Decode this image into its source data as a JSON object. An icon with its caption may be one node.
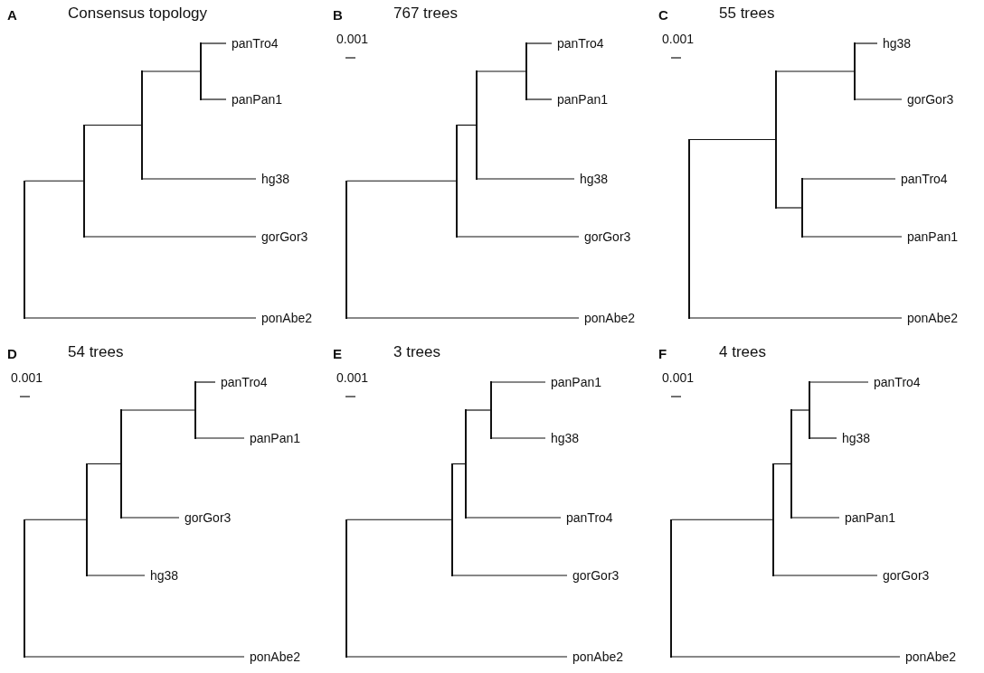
{
  "diagram": {
    "nodes": [
      {
        "text": [
          "A",
          "Consensus topology"
        ]
      },
      {
        "text": [],
        "shape": "bar",
        "in": 0
      },
      {
        "text": [],
        "shape": "bar",
        "in": 0
      },
      {
        "text": [],
        "shape": "bar",
        "in": 0
      },
      {
        "text": [],
        "shape": "bar",
        "in": 0
      },
      {
        "text": [
          "panTro4"
        ],
        "in": 0
      },
      {
        "text": [
          "panPan1"
        ],
        "in": 0
      },
      {
        "text": [
          "hg38"
        ],
        "in": 0
      },
      {
        "text": [
          "gorGor3"
        ],
        "in": 0
      },
      {
        "text": [
          "ponAbe2"
        ],
        "in": 0
      },
      {
        "text": [
          "B",
          "767 trees",
          "0.001"
        ]
      },
      {
        "text": [],
        "shape": "bar",
        "in": 10
      },
      {
        "text": [],
        "shape": "bar",
        "in": 10
      },
      {
        "text": [],
        "shape": "bar",
        "in": 10
      },
      {
        "text": [],
        "shape": "bar",
        "in": 10
      },
      {
        "text": [
          "panTro4"
        ],
        "in": 10
      },
      {
        "text": [
          "panPan1"
        ],
        "in": 10
      },
      {
        "text": [
          "hg38"
        ],
        "in": 10
      },
      {
        "text": [
          "gorGor3"
        ],
        "in": 10
      },
      {
        "text": [
          "ponAbe2"
        ],
        "in": 10
      },
      {
        "text": [
          "C",
          "55 trees",
          "0.001"
        ]
      },
      {
        "text": [],
        "shape": "bar",
        "in": 20
      },
      {
        "text": [],
        "shape": "bar",
        "in": 20
      },
      {
        "text": [],
        "shape": "bar",
        "in": 20
      },
      {
        "text": [],
        "shape": "bar",
        "in": 20
      },
      {
        "text": [
          "hg38"
        ],
        "in": 20
      },
      {
        "text": [
          "gorGor3"
        ],
        "in": 20
      },
      {
        "text": [
          "panTro4"
        ],
        "in": 20
      },
      {
        "text": [
          "panPan1"
        ],
        "in": 20
      },
      {
        "text": [
          "ponAbe2"
        ],
        "in": 20
      },
      {
        "text": [
          "D",
          "54 trees",
          "0.001"
        ]
      },
      {
        "text": [],
        "shape": "bar",
        "in": 30
      },
      {
        "text": [],
        "shape": "bar",
        "in": 30
      },
      {
        "text": [],
        "shape": "bar",
        "in": 30
      },
      {
        "text": [],
        "shape": "bar",
        "in": 30
      },
      {
        "text": [
          "panTro4"
        ],
        "in": 30
      },
      {
        "text": [
          "panPan1"
        ],
        "in": 30
      },
      {
        "text": [
          "gorGor3"
        ],
        "in": 30
      },
      {
        "text": [
          "hg38"
        ],
        "in": 30
      },
      {
        "text": [
          "ponAbe2"
        ],
        "in": 30
      },
      {
        "text": [
          "E",
          "3 trees",
          "0.001"
        ]
      },
      {
        "text": [],
        "shape": "bar",
        "in": 40
      },
      {
        "text": [],
        "shape": "bar",
        "in": 40
      },
      {
        "text": [],
        "shape": "bar",
        "in": 40
      },
      {
        "text": [],
        "shape": "bar",
        "in": 40
      },
      {
        "text": [
          "panPan1"
        ],
        "in": 40
      },
      {
        "text": [
          "hg38"
        ],
        "in": 40
      },
      {
        "text": [
          "panTro4"
        ],
        "in": 40
      },
      {
        "text": [
          "gorGor3"
        ],
        "in": 40
      },
      {
        "text": [
          "ponAbe2"
        ],
        "in": 40
      },
      {
        "text": [
          "F",
          "4 trees",
          "0.001"
        ]
      },
      {
        "text": [],
        "shape": "bar",
        "in": 50
      },
      {
        "text": [],
        "shape": "bar",
        "in": 50
      },
      {
        "text": [],
        "shape": "bar",
        "in": 50
      },
      {
        "text": [],
        "shape": "bar",
        "in": 50
      },
      {
        "text": [
          "panTro4"
        ],
        "in": 50
      },
      {
        "text": [
          "hg38"
        ],
        "in": 50
      },
      {
        "text": [
          "panPan1"
        ],
        "in": 50
      },
      {
        "text": [
          "gorGor3"
        ],
        "in": 50
      },
      {
        "text": [
          "ponAbe2"
        ],
        "in": 50
      }
    ],
    "edges": [
      {
        "from": 1,
        "to": 2,
        "arrow": "none"
      },
      {
        "from": 1,
        "to": 9,
        "arrow": "none"
      },
      {
        "from": 2,
        "to": 3,
        "arrow": "none"
      },
      {
        "from": 2,
        "to": 8,
        "arrow": "none"
      },
      {
        "from": 3,
        "to": 4,
        "arrow": "none"
      },
      {
        "from": 3,
        "to": 7,
        "arrow": "none"
      },
      {
        "from": 4,
        "to": 5,
        "arrow": "none"
      },
      {
        "from": 4,
        "to": 6,
        "arrow": "none"
      },
      {
        "from": 11,
        "to": 12,
        "arrow": "none"
      },
      {
        "from": 11,
        "to": 19,
        "arrow": "none"
      },
      {
        "from": 12,
        "to": 13,
        "arrow": "none"
      },
      {
        "from": 12,
        "to": 18,
        "arrow": "none"
      },
      {
        "from": 13,
        "to": 14,
        "arrow": "none"
      },
      {
        "from": 13,
        "to": 17,
        "arrow": "none"
      },
      {
        "from": 14,
        "to": 15,
        "arrow": "none"
      },
      {
        "from": 14,
        "to": 16,
        "arrow": "none"
      },
      {
        "from": 21,
        "to": 22,
        "arrow": "none"
      },
      {
        "from": 21,
        "to": 29,
        "arrow": "none"
      },
      {
        "from": 22,
        "to": 23,
        "arrow": "none"
      },
      {
        "from": 22,
        "to": 24,
        "arrow": "none"
      },
      {
        "from": 23,
        "to": 25,
        "arrow": "none"
      },
      {
        "from": 23,
        "to": 26,
        "arrow": "none"
      },
      {
        "from": 24,
        "to": 27,
        "arrow": "none"
      },
      {
        "from": 24,
        "to": 28,
        "arrow": "none"
      },
      {
        "from": 31,
        "to": 32,
        "arrow": "none"
      },
      {
        "from": 31,
        "to": 39,
        "arrow": "none"
      },
      {
        "from": 32,
        "to": 33,
        "arrow": "none"
      },
      {
        "from": 32,
        "to": 38,
        "arrow": "none"
      },
      {
        "from": 33,
        "to": 34,
        "arrow": "none"
      },
      {
        "from": 33,
        "to": 37,
        "arrow": "none"
      },
      {
        "from": 34,
        "to": 35,
        "arrow": "none"
      },
      {
        "from": 34,
        "to": 36,
        "arrow": "none"
      },
      {
        "from": 41,
        "to": 42,
        "arrow": "none"
      },
      {
        "from": 41,
        "to": 49,
        "arrow": "none"
      },
      {
        "from": 42,
        "to": 43,
        "arrow": "none"
      },
      {
        "from": 42,
        "to": 48,
        "arrow": "none"
      },
      {
        "from": 43,
        "to": 44,
        "arrow": "none"
      },
      {
        "from": 43,
        "to": 47,
        "arrow": "none"
      },
      {
        "from": 44,
        "to": 45,
        "arrow": "none"
      },
      {
        "from": 44,
        "to": 46,
        "arrow": "none"
      },
      {
        "from": 51,
        "to": 52,
        "arrow": "none"
      },
      {
        "from": 51,
        "to": 59,
        "arrow": "none"
      },
      {
        "from": 52,
        "to": 53,
        "arrow": "none"
      },
      {
        "from": 52,
        "to": 58,
        "arrow": "none"
      },
      {
        "from": 53,
        "to": 54,
        "arrow": "none"
      },
      {
        "from": 53,
        "to": 57,
        "arrow": "none"
      },
      {
        "from": 54,
        "to": 55,
        "arrow": "none"
      },
      {
        "from": 54,
        "to": 56,
        "arrow": "none"
      }
    ]
  }
}
